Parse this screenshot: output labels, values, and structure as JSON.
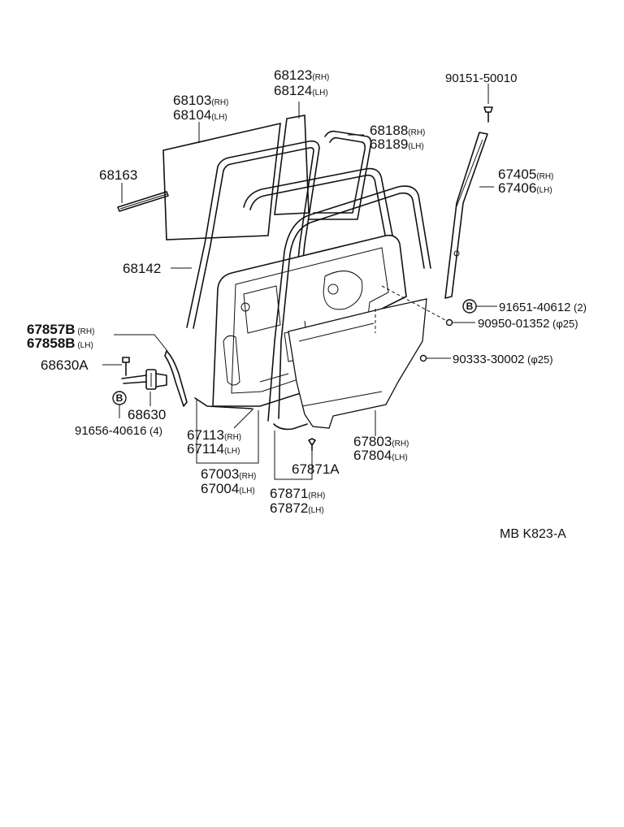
{
  "diagram_id": "MB  K823-A",
  "callouts": {
    "c_68123": {
      "code": "68123",
      "side": "(RH)"
    },
    "c_68124": {
      "code": "68124",
      "side": "(LH)"
    },
    "c_68103": {
      "code": "68103",
      "side": "(RH)"
    },
    "c_68104": {
      "code": "68104",
      "side": "(LH)"
    },
    "c_68188": {
      "code": "68188",
      "side": "(RH)"
    },
    "c_68189": {
      "code": "68189",
      "side": "(LH)"
    },
    "c_68163": {
      "code": "68163",
      "side": ""
    },
    "c_68142": {
      "code": "68142",
      "side": ""
    },
    "c_67857B": {
      "code": "67857B",
      "side": " (RH)"
    },
    "c_67858B": {
      "code": "67858B",
      "side": " (LH)"
    },
    "c_68630A": {
      "code": "68630A",
      "side": ""
    },
    "c_68630": {
      "code": "68630",
      "side": ""
    },
    "c_91656": {
      "code": "91656-40616",
      "side": "  (4)"
    },
    "c_67113": {
      "code": "67113",
      "side": "(RH)"
    },
    "c_67114": {
      "code": "67114",
      "side": "(LH)"
    },
    "c_67003": {
      "code": "67003",
      "side": "(RH)"
    },
    "c_67004": {
      "code": "67004",
      "side": "(LH)"
    },
    "c_67871A": {
      "code": "67871A",
      "side": ""
    },
    "c_67871": {
      "code": "67871",
      "side": "(RH)"
    },
    "c_67872": {
      "code": "67872",
      "side": "(LH)"
    },
    "c_67803": {
      "code": "67803",
      "side": "(RH)"
    },
    "c_67804": {
      "code": "67804",
      "side": "(LH)"
    },
    "c_90151": {
      "code": "90151-50010",
      "side": ""
    },
    "c_67405": {
      "code": "67405",
      "side": "(RH)"
    },
    "c_67406": {
      "code": "67406",
      "side": "(LH)"
    },
    "c_91651": {
      "code": "91651-40612",
      "side": " (2)"
    },
    "c_90950": {
      "code": "90950-01352",
      "side": " (φ25)"
    },
    "c_90333": {
      "code": "90333-30002",
      "side": " (φ25)"
    }
  },
  "markers": {
    "b_left": "B",
    "b_right": "B"
  }
}
